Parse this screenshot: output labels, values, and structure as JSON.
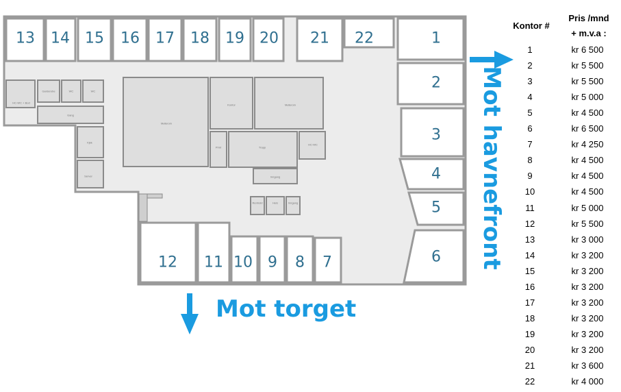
{
  "offices": {
    "o1": "1",
    "o2": "2",
    "o3": "3",
    "o4": "4",
    "o5": "5",
    "o6": "6",
    "o7": "7",
    "o8": "8",
    "o9": "9",
    "o10": "10",
    "o11": "11",
    "o12": "12",
    "o13": "13",
    "o14": "14",
    "o15": "15",
    "o16": "16",
    "o17": "17",
    "o18": "18",
    "o19": "19",
    "o20": "20",
    "o21": "21",
    "o22": "22"
  },
  "rooms": {
    "garderobe": "Garderobe",
    "wc1": "WC",
    "wc2": "WC",
    "hc_wc_bod": "HC-WC + Bod",
    "gang": "Gang",
    "kjokken_left": "Kjkk",
    "server": "Server",
    "moterom_large": "Møterom",
    "kontor_mid": "Kontor",
    "moterom_right": "Møterom",
    "print": "Print",
    "trapp": "Trapp",
    "hc_wc_right": "HC-WC",
    "inngang": "Inngang",
    "renhold": "Renhold",
    "heis": "Heis",
    "inngang2": "Inngang"
  },
  "labels": {
    "havnefront": "Mot havnefront",
    "torget": "Mot torget"
  },
  "colors": {
    "arrow": "#1a9be0",
    "wall": "#9a9a9a",
    "number": "#2f6f8f"
  },
  "table": {
    "header_office": "Kontor #",
    "header_price_line1": "Pris /mnd",
    "header_price_line2": "+ m.v.a :",
    "rows": [
      {
        "kontor": "1",
        "pris": "kr 6 500"
      },
      {
        "kontor": "2",
        "pris": "kr 5 500"
      },
      {
        "kontor": "3",
        "pris": "kr 5 500"
      },
      {
        "kontor": "4",
        "pris": "kr 5 000"
      },
      {
        "kontor": "5",
        "pris": "kr 4 500"
      },
      {
        "kontor": "6",
        "pris": "kr 6 500"
      },
      {
        "kontor": "7",
        "pris": "kr 4 250"
      },
      {
        "kontor": "8",
        "pris": "kr 4 500"
      },
      {
        "kontor": "9",
        "pris": "kr 4 500"
      },
      {
        "kontor": "10",
        "pris": "kr 4 500"
      },
      {
        "kontor": "11",
        "pris": "kr 5 000"
      },
      {
        "kontor": "12",
        "pris": "kr 5 500"
      },
      {
        "kontor": "13",
        "pris": "kr 3 000"
      },
      {
        "kontor": "14",
        "pris": "kr 3 200"
      },
      {
        "kontor": "15",
        "pris": "kr 3 200"
      },
      {
        "kontor": "16",
        "pris": "kr 3 200"
      },
      {
        "kontor": "17",
        "pris": "kr 3 200"
      },
      {
        "kontor": "18",
        "pris": "kr 3 200"
      },
      {
        "kontor": "19",
        "pris": "kr 3 200"
      },
      {
        "kontor": "20",
        "pris": "kr 3 200"
      },
      {
        "kontor": "21",
        "pris": "kr 3 600"
      },
      {
        "kontor": "22",
        "pris": "kr 4 000"
      }
    ]
  }
}
